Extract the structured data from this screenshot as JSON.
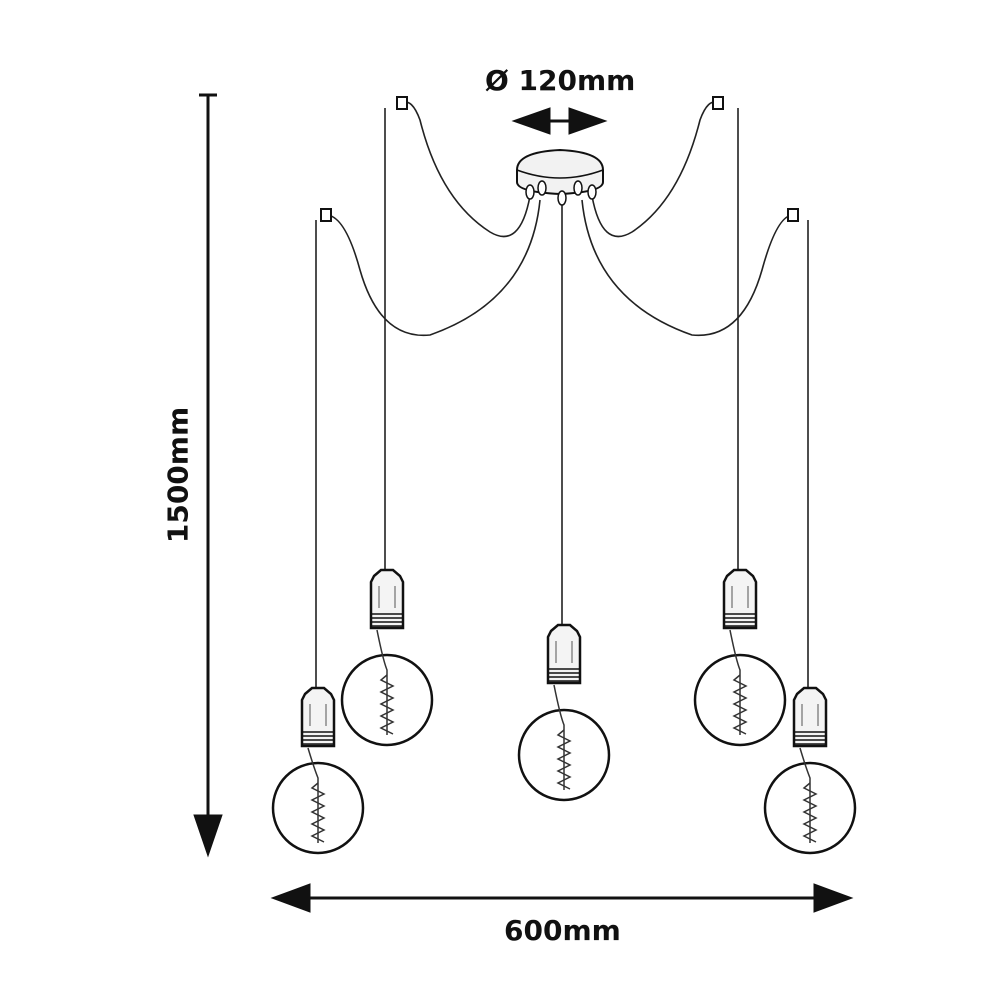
{
  "dimensions": {
    "canopy_diameter": "Ø 120mm",
    "height": "1500mm",
    "width": "600mm"
  },
  "pendant_count": 5,
  "colors": {
    "line": "#111111",
    "background": "#ffffff"
  }
}
